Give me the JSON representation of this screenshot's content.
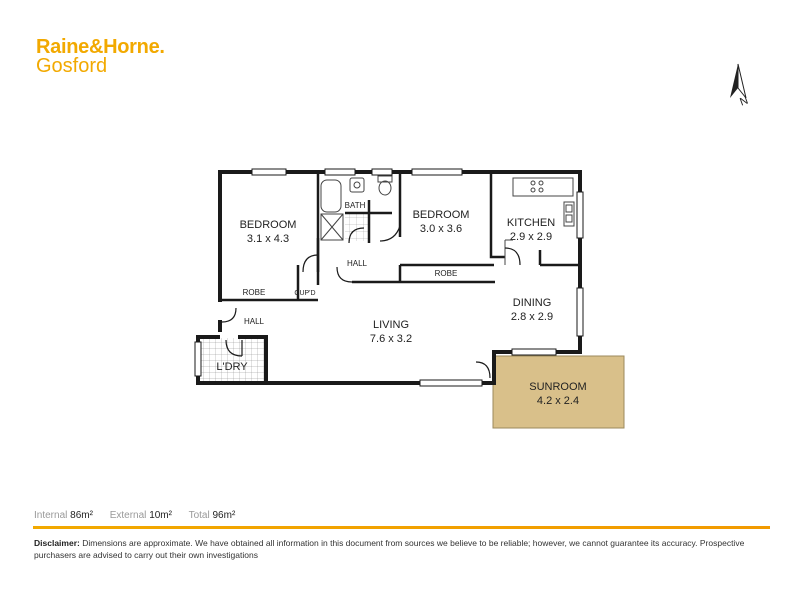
{
  "brand": {
    "line1": "Raine&Horne.",
    "line2": "Gosford"
  },
  "compass": {
    "label": "N"
  },
  "rooms": {
    "bedroom1": {
      "name": "BEDROOM",
      "dims": "3.1 x 4.3"
    },
    "bath": {
      "name": "BATH"
    },
    "bedroom2": {
      "name": "BEDROOM",
      "dims": "3.0 x 3.6"
    },
    "kitchen": {
      "name": "KITCHEN",
      "dims": "2.9 x 2.9"
    },
    "hall_top": {
      "name": "HALL"
    },
    "robe2": {
      "name": "ROBE"
    },
    "robe1": {
      "name": "ROBE"
    },
    "cupd": {
      "name": "CUP'D"
    },
    "dining": {
      "name": "DINING",
      "dims": "2.8 x 2.9"
    },
    "hall_left": {
      "name": "HALL"
    },
    "living": {
      "name": "LIVING",
      "dims": "7.6 x 3.2"
    },
    "laundry": {
      "name": "L'DRY"
    },
    "sunroom": {
      "name": "SUNROOM",
      "dims": "4.2 x 2.4"
    }
  },
  "areas": {
    "internal_label": "Internal",
    "internal_value": "86m²",
    "external_label": "External",
    "external_value": "10m²",
    "total_label": "Total",
    "total_value": "96m²"
  },
  "disclaimer": {
    "label": "Disclaimer:",
    "text": " Dimensions are approximate. We have obtained all information in this document from sources we believe to be reliable; however, we cannot guarantee its accuracy. Prospective purchasers are advised to carry out their own investigations"
  },
  "colors": {
    "brand": "#f2a900",
    "sunroom": "#d9c08a",
    "wall": "#1a1a1a"
  }
}
